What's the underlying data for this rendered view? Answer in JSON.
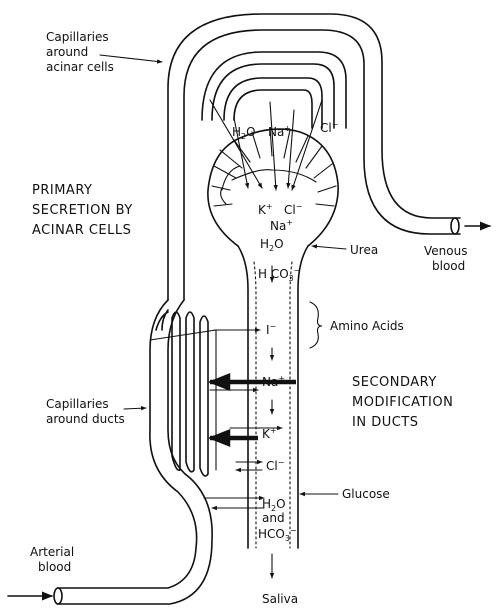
{
  "labels": {
    "cap_acinar": [
      "Capillaries",
      "around",
      "acinar cells"
    ],
    "primary": [
      "PRIMARY",
      "SECRETION BY",
      "ACINAR CELLS"
    ],
    "venous": [
      "Venous",
      "blood"
    ],
    "urea": "Urea",
    "amino": "Amino Acids",
    "secondary": [
      "SECONDARY",
      "MODIFICATION",
      "IN DUCTS"
    ],
    "cap_ducts": [
      "Capillaries",
      "around ducts"
    ],
    "glucose": "Glucose",
    "arterial": [
      "Arterial",
      "blood"
    ],
    "saliva": "Saliva"
  },
  "ions": {
    "top_h2o": {
      "base": "H",
      "sub": "2",
      "tail": "O"
    },
    "top_na": {
      "base": "Na",
      "sup": "+"
    },
    "top_cl": {
      "base": "Cl",
      "sup": "−"
    },
    "acin_k": {
      "base": "K",
      "sup": "+"
    },
    "acin_cl": {
      "base": "Cl",
      "sup": "−"
    },
    "acin_na": {
      "base": "Na",
      "sup": "+"
    },
    "acin_h2o": {
      "base": "H",
      "sub": "2",
      "tail": "O"
    },
    "acin_hco3": {
      "base": "H CO",
      "sub": "3",
      "sup": "−"
    },
    "duct_i": {
      "base": "I",
      "sup": "−"
    },
    "duct_na": {
      "base": "Na",
      "sup": "+"
    },
    "duct_k": {
      "base": "K",
      "sup": "+"
    },
    "duct_cl": {
      "base": "Cl",
      "sup": "−"
    },
    "duct_h2o": {
      "base": "H",
      "sub": "2",
      "tail": "O"
    },
    "duct_and": {
      "base": "and"
    },
    "duct_hco3": {
      "base": "HCO",
      "sub": "3",
      "sup": "−"
    }
  },
  "icons": [
    "arrow-icon"
  ]
}
